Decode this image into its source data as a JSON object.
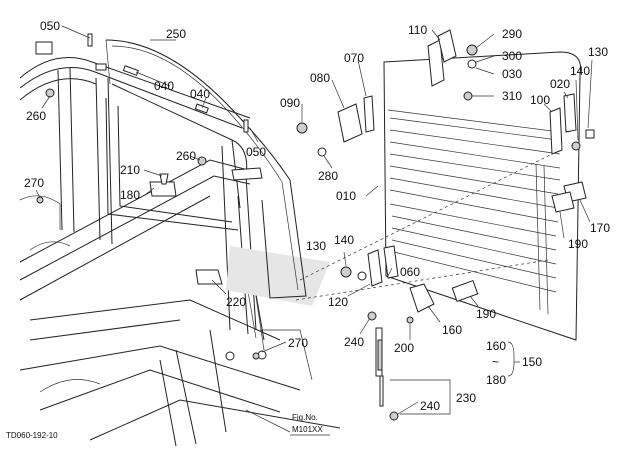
{
  "callouts": {
    "c050a": "050",
    "c250": "250",
    "c040a": "040",
    "c040b": "040",
    "c260a": "260",
    "c050b": "050",
    "c260b": "260",
    "c210": "210",
    "c180": "180",
    "c270a": "270",
    "c220": "220",
    "c270b": "270",
    "c110": "110",
    "c070": "070",
    "c080": "080",
    "c090": "090",
    "c280": "280",
    "c010": "010",
    "c290": "290",
    "c300": "300",
    "c030": "030",
    "c310": "310",
    "c130a": "130",
    "c140a": "140",
    "c020": "020",
    "c100": "100",
    "c130b": "130",
    "c140b": "140",
    "c060": "060",
    "c120": "120",
    "c160": "160",
    "c190a": "190",
    "c190b": "190",
    "c170": "170",
    "c240a": "240",
    "c200": "200",
    "c240b": "240",
    "c230": "230",
    "c160r": "160",
    "c180r": "180",
    "c150": "150",
    "tilde": "~"
  },
  "footer": {
    "fig_no": "Fig.No.",
    "fig_id": "M101XX",
    "drawing_code": "TD060-192-10"
  }
}
